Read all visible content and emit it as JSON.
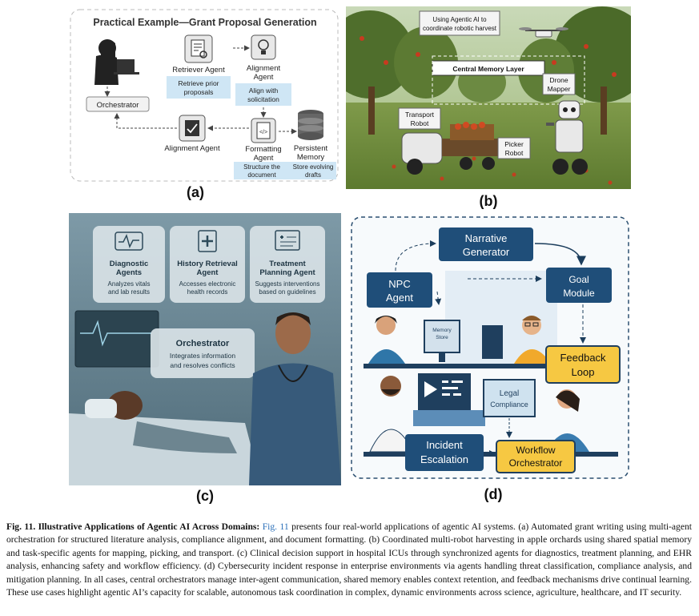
{
  "panel_a": {
    "label": "(a)",
    "title": "Practical Example—Grant Proposal Generation",
    "orchestrator": "Orchestrator",
    "retriever_agent": "Retriever Agent",
    "retriever_note": [
      "Retrieve prior",
      "proposals"
    ],
    "alignment_agent_top": [
      "Alignment",
      "Agent"
    ],
    "alignment_note": [
      "Align with",
      "solicitation"
    ],
    "alignment_agent_bottom": "Alignment Agent",
    "formatting_agent": [
      "Formatting",
      "Agent"
    ],
    "formatting_note": [
      "Structure the",
      "document"
    ],
    "persistent_memory": [
      "Persistent",
      "Memory"
    ],
    "memory_note": [
      "Store evolving",
      "drafts"
    ]
  },
  "panel_b": {
    "label": "(b)",
    "banner": [
      "Using Agentic AI to",
      "coordinate robotic harvest"
    ],
    "central_memory": "Central Memory Layer",
    "transport_robot": [
      "Transport",
      "Robot"
    ],
    "drone_mapper": [
      "Drone",
      "Mapper"
    ],
    "picker_robot": [
      "Picker",
      "Robot"
    ]
  },
  "panel_c": {
    "label": "(c)",
    "diagnostic": {
      "title": [
        "Diagnostic",
        "Agents"
      ],
      "desc": [
        "Analyzes vitals",
        "and lab results"
      ]
    },
    "history": {
      "title": [
        "History Retrieval",
        "Agent"
      ],
      "desc": [
        "Accesses electronic",
        "health records"
      ]
    },
    "treatment": {
      "title": [
        "Treatment",
        "Planning Agent"
      ],
      "desc": [
        "Suggests interventions",
        "based on guidelines"
      ]
    },
    "orchestrator": {
      "title": "Orchestrator",
      "desc": [
        "Integrates information",
        "and resolves conflicts"
      ]
    }
  },
  "panel_d": {
    "label": "(d)",
    "narrative": [
      "Narrative",
      "Generator"
    ],
    "npc": [
      "NPC",
      "Agent"
    ],
    "goal": [
      "Goal",
      "Module"
    ],
    "memory_store": [
      "Memory",
      "Store"
    ],
    "feedback": [
      "Feedback",
      "Loop"
    ],
    "legal": [
      "Legal",
      "Compliance"
    ],
    "incident": [
      "Incident",
      "Escalation"
    ],
    "workflow": [
      "Workflow",
      "Orchestrator"
    ]
  },
  "caption": {
    "fig_label": "Fig. 11. Illustrative Applications of Agentic AI Across Domains:",
    "ref": "Fig. 11",
    "text": "presents four real-world applications of agentic AI systems. (a) Automated grant writing using multi-agent orchestration for structured literature analysis, compliance alignment, and document formatting. (b) Coordinated multi-robot harvesting in apple orchards using shared spatial memory and task-specific agents for mapping, picking, and transport. (c) Clinical decision support in hospital ICUs through synchronized agents for diagnostics, treatment planning, and EHR analysis, enhancing safety and workflow efficiency. (d) Cybersecurity incident response in enterprise environments via agents handling threat classification, compliance analysis, and mitigation planning. In all cases, central orchestrators manage inter-agent communication, shared memory enables context retention, and feedback mechanisms drive continual learning. These use cases highlight agentic AI’s capacity for scalable, autonomous task coordination in complex, dynamic environments across science, agriculture, healthcare, and IT security."
  }
}
